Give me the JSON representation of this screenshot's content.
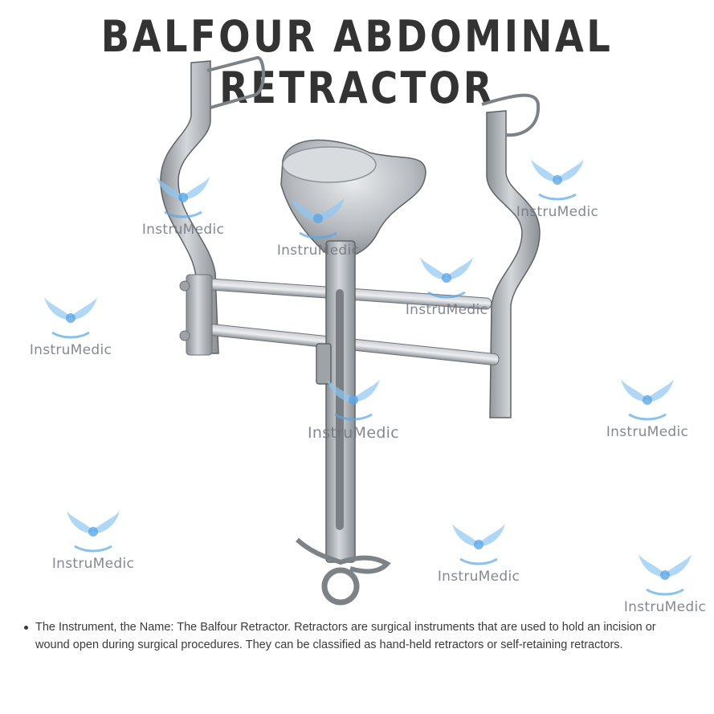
{
  "title": "BALFOUR ABDOMINAL RETRACTOR",
  "watermark": {
    "text": "InstruMedic",
    "icon": "winged-logo-icon",
    "color": "#5aa6e6"
  },
  "description": [
    "The Instrument, the Name: The Balfour Retractor. Retractors are surgical instruments that are used to hold an incision or wound open during surgical procedures. They can be classified as hand-held retractors or self-retaining retractors."
  ],
  "colors": {
    "title": "#333333",
    "metal": "#a9adb2",
    "metal_dark": "#6e7378",
    "text": "#3a3a3a"
  }
}
